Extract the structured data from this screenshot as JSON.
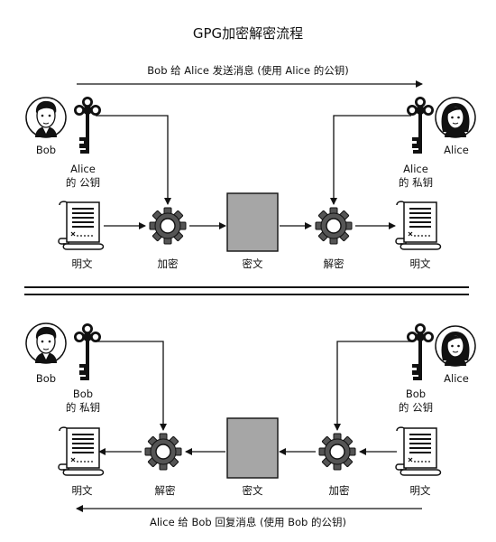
{
  "title": "GPG加密解密流程",
  "top": {
    "direction_label": "Bob 给 Alice 发送消息 (使用 Alice 的公钥)",
    "left_person": "Bob",
    "right_person": "Alice",
    "left_key_line1": "Alice",
    "left_key_line2": "的 公钥",
    "right_key_line1": "Alice",
    "right_key_line2": "的 私钥",
    "doc_left": "明文",
    "gear_left": "加密",
    "box": "密文",
    "gear_right": "解密",
    "doc_right": "明文"
  },
  "bottom": {
    "direction_label": "Alice 给 Bob 回复消息 (使用 Bob 的公钥)",
    "left_person": "Bob",
    "right_person": "Alice",
    "left_key_line1": "Bob",
    "left_key_line2": "的 私钥",
    "right_key_line1": "Bob",
    "right_key_line2": "的 公钥",
    "doc_left": "明文",
    "gear_left": "解密",
    "box": "密文",
    "gear_right": "加密",
    "doc_right": "明文"
  },
  "colors": {
    "line": "#111111",
    "box_fill": "#a6a6a6",
    "gear_fill": "#555555"
  },
  "icons": [
    "bob-avatar-icon",
    "alice-avatar-icon",
    "key-icon",
    "gear-icon",
    "document-scroll-icon"
  ]
}
